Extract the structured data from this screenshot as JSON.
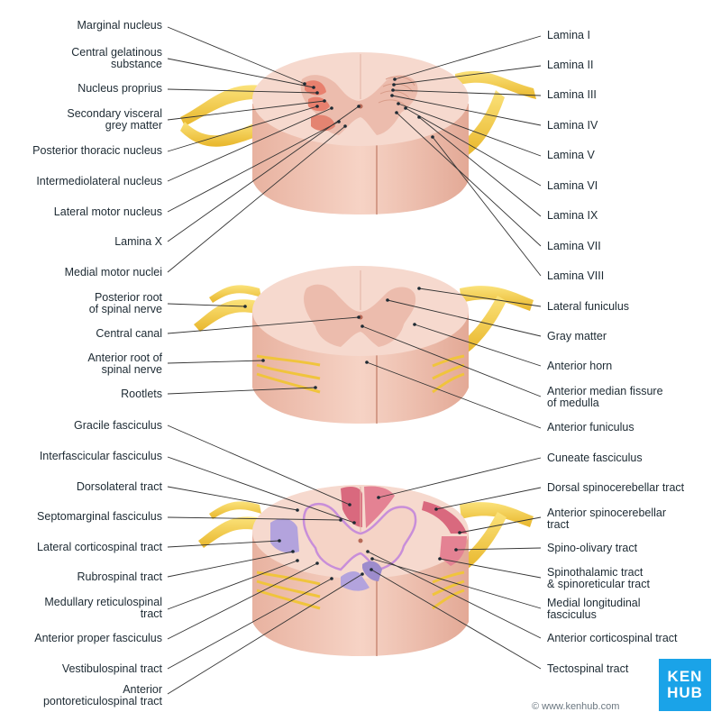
{
  "labels": {
    "marginal_nucleus": "Marginal nucleus",
    "central_gelatinous_1": "Central gelatinous",
    "central_gelatinous_2": "substance",
    "nucleus_proprius": "Nucleus proprius",
    "secondary_visceral_1": "Secondary visceral",
    "secondary_visceral_2": "grey matter",
    "posterior_thoracic_nucleus": "Posterior thoracic nucleus",
    "intermediolateral_nucleus": "Intermediolateral nucleus",
    "lateral_motor_nucleus": "Lateral motor nucleus",
    "lamina_x": "Lamina X",
    "medial_motor_nuclei": "Medial motor nuclei",
    "lamina_i": "Lamina I",
    "lamina_ii": "Lamina II",
    "lamina_iii": "Lamina III",
    "lamina_iv": "Lamina IV",
    "lamina_v": "Lamina V",
    "lamina_vi": "Lamina VI",
    "lamina_ix": "Lamina IX",
    "lamina_vii": "Lamina VII",
    "lamina_viii": "Lamina VIII",
    "posterior_root_1": "Posterior root",
    "posterior_root_2": "of spinal nerve",
    "central_canal": "Central canal",
    "anterior_root_1": "Anterior root of",
    "anterior_root_2": "spinal nerve",
    "rootlets": "Rootlets",
    "lateral_funiculus": "Lateral funiculus",
    "gray_matter": "Gray matter",
    "anterior_horn": "Anterior horn",
    "anterior_median_fissure_1": "Anterior median fissure",
    "anterior_median_fissure_2": "of medulla",
    "anterior_funiculus": "Anterior funiculus",
    "gracile_fasciculus": "Gracile fasciculus",
    "interfascicular_fasciculus": "Interfascicular fasciculus",
    "dorsolateral_tract": "Dorsolateral tract",
    "septomarginal_fasciculus": "Septomarginal fasciculus",
    "lateral_corticospinal_tract": "Lateral corticospinal tract",
    "rubrospinal_tract": "Rubrospinal tract",
    "medullary_reticulospinal_1": "Medullary reticulospinal",
    "medullary_reticulospinal_2": "tract",
    "anterior_proper_fasciculus": "Anterior proper fasciculus",
    "vestibulospinal_tract": "Vestibulospinal tract",
    "anterior_pontoreticulospinal_1": "Anterior",
    "anterior_pontoreticulospinal_2": "pontoreticulospinal tract",
    "cuneate_fasciculus": "Cuneate fasciculus",
    "dorsal_spinocerebellar_tract": "Dorsal spinocerebellar tract",
    "anterior_spinocerebellar_1": "Anterior spinocerebellar",
    "anterior_spinocerebellar_2": "tract",
    "spino_olivary_tract": "Spino-olivary tract",
    "spinothalamic_1": "Spinothalamic tract",
    "spinothalamic_2": "& spinoreticular tract",
    "medial_longitudinal_1": "Medial longitudinal",
    "medial_longitudinal_2": "fasciculus",
    "anterior_corticospinal_tract": "Anterior corticospinal tract",
    "tectospinal_tract": "Tectospinal tract"
  },
  "footer": {
    "copyright": "© www.kenhub.com",
    "logo_line1": "KEN",
    "logo_line2": "HUB"
  },
  "colors": {
    "cord_surface": "#f6d9ce",
    "cord_side": "#eab8a7",
    "gray_matter": "#ecbcad",
    "nuclei": "#e8806e",
    "nerve": "#f5c842",
    "tract_pink": "#d9697e",
    "tract_purple": "#b3a3dd",
    "logo_bg": "#1aa3e8",
    "leader_line": "#333333"
  }
}
